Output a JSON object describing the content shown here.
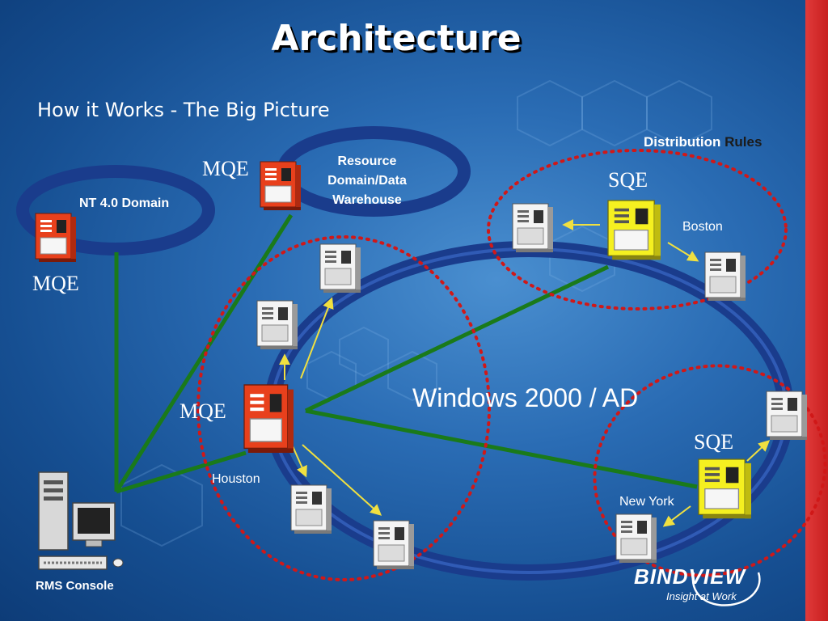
{
  "slide": {
    "title": "Architecture",
    "subtitle": "How it Works - The Big Picture"
  },
  "labels": {
    "distribution_prefix": "Distribution",
    "distribution_rules": "Rules",
    "windows_domain": "Windows 2000 / AD",
    "nt_domain": "NT 4.0 Domain",
    "resource_line1": "Resource",
    "resource_line2": "Domain/Data",
    "resource_line3": "Warehouse",
    "mqe_nt": "MQE",
    "mqe_resource": "MQE",
    "mqe_houston": "MQE",
    "sqe_boston": "SQE",
    "sqe_newyork": "SQE",
    "boston": "Boston",
    "houston": "Houston",
    "new_york": "New York",
    "rms_console": "RMS Console"
  },
  "logo": {
    "brand": "BINDVIEW",
    "tagline": "Insight at Work"
  },
  "colors": {
    "ring": "#1a3c8c",
    "link": "#1a7a1a",
    "dotted": "#d01818",
    "arrow": "#f0e040",
    "server_red": "#e8401c",
    "server_yellow": "#f5f020",
    "accent_bar": "#d42a2a"
  }
}
